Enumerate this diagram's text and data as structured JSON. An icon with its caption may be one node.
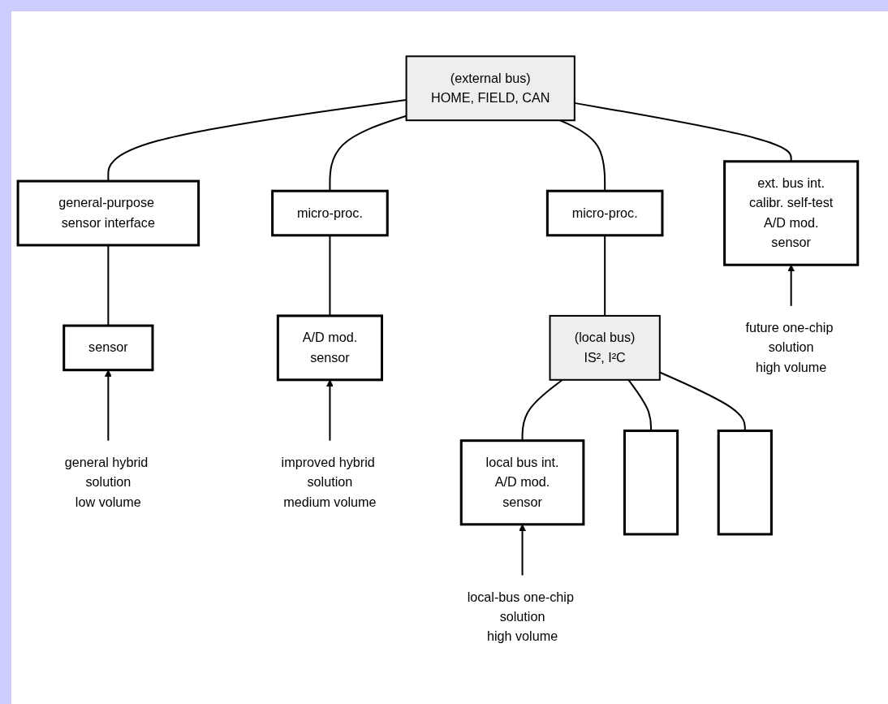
{
  "diagram": {
    "nodes": [
      {
        "text": [
          "(external bus)",
          "HOME, FIELD, CAN"
        ]
      },
      {
        "text": [
          "general-purpose sensor interface"
        ]
      },
      {
        "text": [
          "sensor"
        ]
      },
      {
        "text": [
          "micro-proc."
        ]
      },
      {
        "text": [
          "A/D mod.",
          "sensor"
        ]
      },
      {
        "text": [
          "micro-proc."
        ]
      },
      {
        "text": [
          "(local bus)",
          "IS², I²C"
        ]
      },
      {
        "text": [
          "local bus int.",
          "A/D mod.",
          "sensor"
        ]
      },
      {
        "text": [],
        "shape": "box"
      },
      {
        "text": [],
        "shape": "box"
      },
      {
        "text": [
          "ext. bus int.",
          "calibr. self-test",
          "A/D mod.",
          "sensor"
        ]
      },
      {
        "text": [
          "general hybrid solution",
          "low volume"
        ]
      },
      {
        "text": [
          "improved hybrid solution",
          "medium volume"
        ]
      },
      {
        "text": [
          "local-bus one-chip solution",
          "high volume"
        ]
      },
      {
        "text": [
          "future one-chip solution",
          "high volume"
        ]
      }
    ],
    "edges": [
      {
        "from": 1,
        "to": 0,
        "arrow": "none"
      },
      {
        "from": 2,
        "to": 1,
        "arrow": "none"
      },
      {
        "from": 3,
        "to": 0,
        "arrow": "none"
      },
      {
        "from": 4,
        "to": 3,
        "arrow": "none"
      },
      {
        "from": 5,
        "to": 0,
        "arrow": "none"
      },
      {
        "from": 6,
        "to": 5,
        "arrow": "none"
      },
      {
        "from": 7,
        "to": 6,
        "arrow": "none"
      },
      {
        "from": 8,
        "to": 6,
        "arrow": "none"
      },
      {
        "from": 9,
        "to": 6,
        "arrow": "none"
      },
      {
        "from": 10,
        "to": 0,
        "arrow": "none"
      },
      {
        "from": 11,
        "to": 2,
        "arrow": "to"
      },
      {
        "from": 12,
        "to": 4,
        "arrow": "to"
      },
      {
        "from": 13,
        "to": 7,
        "arrow": "to"
      },
      {
        "from": 14,
        "to": 10,
        "arrow": "to"
      }
    ]
  }
}
